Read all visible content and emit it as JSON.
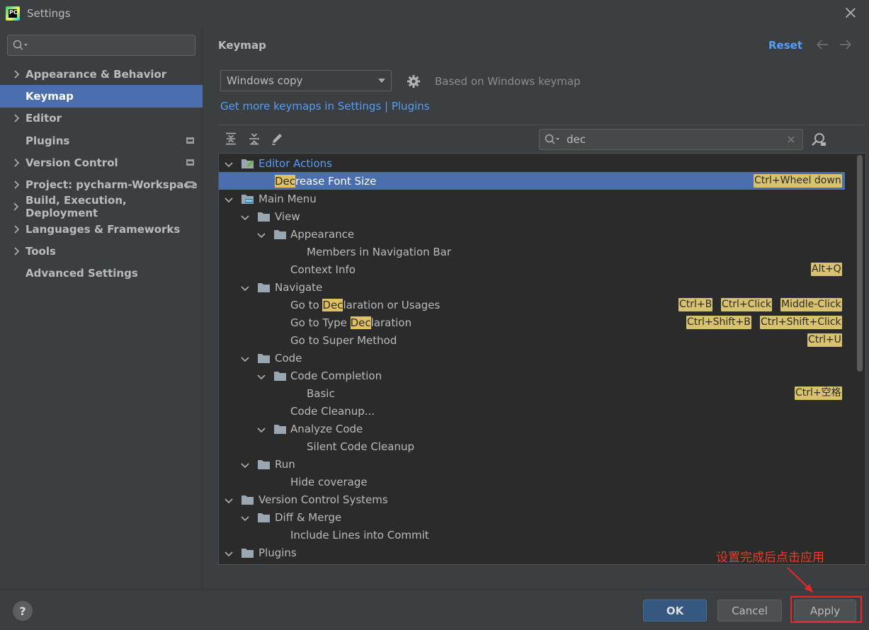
{
  "window": {
    "title": "Settings",
    "app_icon_text": "PC"
  },
  "sidebar": {
    "search_placeholder": "",
    "items": [
      {
        "label": "Appearance & Behavior",
        "expandable": true,
        "active": false,
        "badge": false
      },
      {
        "label": "Keymap",
        "expandable": false,
        "active": true,
        "badge": false
      },
      {
        "label": "Editor",
        "expandable": true,
        "active": false,
        "badge": false
      },
      {
        "label": "Plugins",
        "expandable": false,
        "active": false,
        "badge": true
      },
      {
        "label": "Version Control",
        "expandable": true,
        "active": false,
        "badge": true
      },
      {
        "label": "Project: pycharm-Workspace",
        "expandable": true,
        "active": false,
        "badge": true
      },
      {
        "label": "Build, Execution, Deployment",
        "expandable": true,
        "active": false,
        "badge": false
      },
      {
        "label": "Languages & Frameworks",
        "expandable": true,
        "active": false,
        "badge": false
      },
      {
        "label": "Tools",
        "expandable": true,
        "active": false,
        "badge": false
      },
      {
        "label": "Advanced Settings",
        "expandable": false,
        "active": false,
        "badge": false
      }
    ]
  },
  "main": {
    "title": "Keymap",
    "reset_label": "Reset",
    "keymap_select_value": "Windows copy",
    "based_on_text": "Based on Windows keymap",
    "more_keymaps_link": "Get more keymaps in Settings | Plugins",
    "search_value": "dec"
  },
  "tree": {
    "search_term": "dec",
    "rows": [
      {
        "level": 0,
        "arrow": "down",
        "icon": "editor-actions-icon",
        "label": "Editor Actions",
        "blue": true,
        "selected": false,
        "shortcuts": []
      },
      {
        "level": 1,
        "arrow": "none",
        "icon": "none",
        "label": "Decrease Font Size",
        "blue": false,
        "selected": true,
        "shortcuts": [
          "Ctrl+Wheel down"
        ]
      },
      {
        "level": 0,
        "arrow": "down",
        "icon": "main-menu-icon",
        "label": "Main Menu",
        "blue": false,
        "selected": false,
        "shortcuts": []
      },
      {
        "level": 1,
        "arrow": "down",
        "icon": "folder-icon",
        "label": "View",
        "blue": false,
        "selected": false,
        "shortcuts": []
      },
      {
        "level": 2,
        "arrow": "down",
        "icon": "folder-icon",
        "label": "Appearance",
        "blue": false,
        "selected": false,
        "shortcuts": []
      },
      {
        "level": 3,
        "arrow": "none",
        "icon": "none",
        "label": "Members in Navigation Bar",
        "blue": false,
        "selected": false,
        "shortcuts": []
      },
      {
        "level": 2,
        "arrow": "none",
        "icon": "none",
        "label": "Context Info",
        "blue": false,
        "selected": false,
        "shortcuts": [
          "Alt+Q"
        ]
      },
      {
        "level": 1,
        "arrow": "down",
        "icon": "folder-icon",
        "label": "Navigate",
        "blue": false,
        "selected": false,
        "shortcuts": []
      },
      {
        "level": 2,
        "arrow": "none",
        "icon": "none",
        "label": "Go to Declaration or Usages",
        "blue": false,
        "selected": false,
        "shortcuts": [
          "Ctrl+B",
          "Ctrl+Click",
          "Middle-Click"
        ]
      },
      {
        "level": 2,
        "arrow": "none",
        "icon": "none",
        "label": "Go to Type Declaration",
        "blue": false,
        "selected": false,
        "shortcuts": [
          "Ctrl+Shift+B",
          "Ctrl+Shift+Click"
        ]
      },
      {
        "level": 2,
        "arrow": "none",
        "icon": "none",
        "label": "Go to Super Method",
        "blue": false,
        "selected": false,
        "shortcuts": [
          "Ctrl+U"
        ]
      },
      {
        "level": 1,
        "arrow": "down",
        "icon": "folder-icon",
        "label": "Code",
        "blue": false,
        "selected": false,
        "shortcuts": []
      },
      {
        "level": 2,
        "arrow": "down",
        "icon": "folder-icon",
        "label": "Code Completion",
        "blue": false,
        "selected": false,
        "shortcuts": []
      },
      {
        "level": 3,
        "arrow": "none",
        "icon": "none",
        "label": "Basic",
        "blue": false,
        "selected": false,
        "shortcuts": [
          "Ctrl+空格"
        ]
      },
      {
        "level": 2,
        "arrow": "none",
        "icon": "none",
        "label": "Code Cleanup...",
        "blue": false,
        "selected": false,
        "shortcuts": []
      },
      {
        "level": 2,
        "arrow": "down",
        "icon": "folder-icon",
        "label": "Analyze Code",
        "blue": false,
        "selected": false,
        "shortcuts": []
      },
      {
        "level": 3,
        "arrow": "none",
        "icon": "none",
        "label": "Silent Code Cleanup",
        "blue": false,
        "selected": false,
        "shortcuts": []
      },
      {
        "level": 1,
        "arrow": "down",
        "icon": "folder-icon",
        "label": "Run",
        "blue": false,
        "selected": false,
        "shortcuts": []
      },
      {
        "level": 2,
        "arrow": "none",
        "icon": "none",
        "label": "Hide coverage",
        "blue": false,
        "selected": false,
        "shortcuts": []
      },
      {
        "level": 0,
        "arrow": "down",
        "icon": "folder-icon",
        "label": "Version Control Systems",
        "blue": false,
        "selected": false,
        "shortcuts": []
      },
      {
        "level": 1,
        "arrow": "down",
        "icon": "folder-icon",
        "label": "Diff & Merge",
        "blue": false,
        "selected": false,
        "shortcuts": []
      },
      {
        "level": 2,
        "arrow": "none",
        "icon": "none",
        "label": "Include Lines into Commit",
        "blue": false,
        "selected": false,
        "shortcuts": []
      },
      {
        "level": 0,
        "arrow": "down",
        "icon": "folder-icon",
        "label": "Plugins",
        "blue": false,
        "selected": false,
        "shortcuts": []
      }
    ]
  },
  "footer": {
    "help_label": "?",
    "ok_label": "OK",
    "cancel_label": "Cancel",
    "apply_label": "Apply"
  },
  "annotation": {
    "text": "设置完成后点击应用",
    "color": "#f03a2a"
  },
  "colors": {
    "accent_blue": "#589df6",
    "selection": "#4b6eaf",
    "match_highlight": "#e0c060",
    "shortcut_badge": "#d9c26e",
    "ok_button": "#365880",
    "annotation_red": "#e8282b"
  }
}
